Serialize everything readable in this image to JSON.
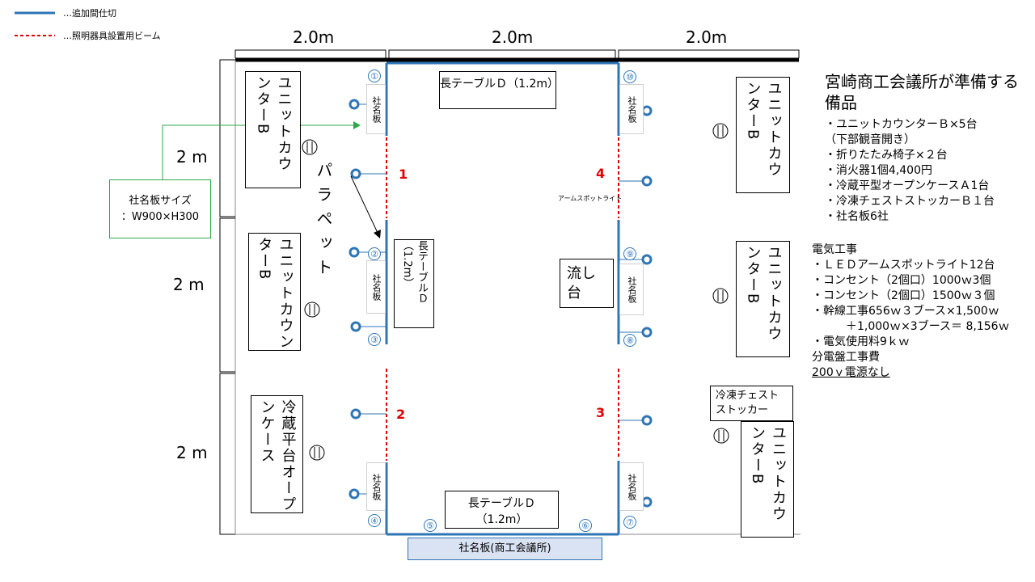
{
  "legend": {
    "partition_label": "…追加間仕切",
    "beam_label": "…照明器具設置用ビーム",
    "partition_color": "#2e75b6",
    "beam_color": "#e00000"
  },
  "dimensions": {
    "widths": [
      "2.0m",
      "2.0m",
      "2.0m"
    ],
    "heights": [
      "2 m",
      "2 m",
      "2 m"
    ]
  },
  "booths": {
    "left": {
      "counter_top": "ユニットカウンターB",
      "counter_mid": "ユニットカウンターB",
      "case": "冷蔵平台オープンケース",
      "parapet": "パラペット"
    },
    "center": {
      "table_top": "長テーブルＤ（1.2m）",
      "table_left": "長テーブルＤ（1.2m）",
      "table_bottom": "長テーブルＤ（1.2m）",
      "sink": "流し台",
      "arm_spot_note": "アームスポットライト"
    },
    "right": {
      "counter_top": "ユニットカウンターB",
      "counter_mid": "ユニットカウンターB",
      "counter_bottom": "ユニットカウンターB",
      "stocker": "冷凍チェストストッカー"
    }
  },
  "name_plate": "社名板",
  "name_plate_size": [
    "社名板サイズ",
    "：W900×H300"
  ],
  "bottom_plate": "社名板(商工会議所)",
  "plate_numbers": [
    "①",
    "②",
    "③",
    "④",
    "⑤",
    "⑥",
    "⑦",
    "⑧",
    "⑨",
    "⑩"
  ],
  "beam_numbers": [
    "1",
    "2",
    "3",
    "4"
  ],
  "provided": {
    "title": "宮崎商工会議所が準備する備品",
    "items": [
      "・ユニットカウンターＢ×5台",
      "（下部観音開き）",
      "・折りたたみ椅子×２台",
      "・消火器1個4,400円",
      "・冷蔵平型オープンケースＡ1台",
      "・冷凍チェストストッカーＢ１台",
      "・社名板6社"
    ]
  },
  "electric": {
    "title": "電気工事",
    "items": [
      "・ＬＥＤアームスポットライト12台",
      "・コンセント（2個口）1000ｗ3個",
      "・コンセント（2個口）1500ｗ３個",
      "・幹線工事656ｗ３ブース×1,500ｗ",
      "　　　＋1,000ｗ×3ブース＝ 8,156ｗ",
      "・電気使用料9ｋｗ"
    ],
    "panel": "分電盤工事費",
    "no_200v": "200ｖ電源なし"
  }
}
